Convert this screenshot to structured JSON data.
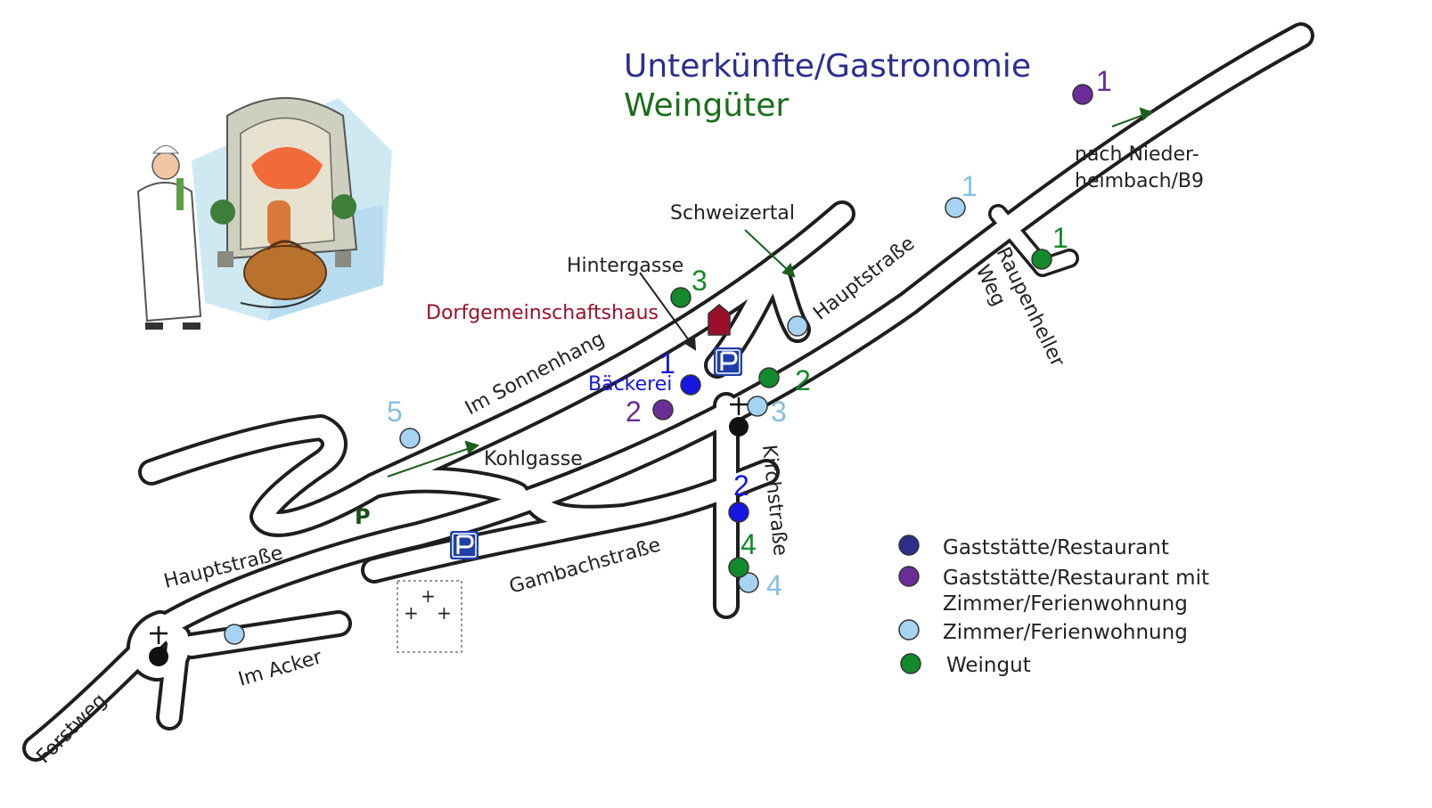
{
  "title": {
    "line1": "Unterkünfte/Gastronomie",
    "line2": "Weingüter"
  },
  "colors": {
    "restaurant": "#2a2f8a",
    "restaurant_rooms": "#6a2c96",
    "rooms": "#a7d3f2",
    "winery": "#138a2c",
    "bakery": "#1616e0",
    "community_house": "#9b0f2a",
    "road_outline": "#1e1e1e"
  },
  "streets": {
    "hauptstrasse_east": "Hauptstraße",
    "hauptstrasse_west": "Hauptstraße",
    "im_sonnenhang": "Im Sonnenhang",
    "kohlgasse": "Kohlgasse",
    "gambachstrasse": "Gambachstraße",
    "kirchstrasse": "Kirchstraße",
    "raupenheller_line1": "Raupenheller",
    "raupenheller_line2": "Weg",
    "im_acker": "Im Acker",
    "forstweg": "Forstweg",
    "schweizertal": "Schweizertal",
    "hintergasse": "Hintergasse",
    "nach_line1": "nach Nieder-",
    "nach_line2": "heimbach/B9"
  },
  "places": {
    "dorfgemeinschaftshaus": "Dorfgemeinschaftshaus",
    "baeckerei": "Bäckerei",
    "parking_letter": "P"
  },
  "labels": {
    "restaurant_rooms_1": "1",
    "restaurant_rooms_2": "2",
    "rooms_1": "1",
    "rooms_3": "3",
    "rooms_4": "4",
    "rooms_5": "5",
    "winery_1": "1",
    "winery_2": "2",
    "winery_3": "3",
    "winery_4": "4",
    "bakery_1": "1",
    "restaurant_2": "2"
  },
  "legend": [
    {
      "label": "Gaststätte/Restaurant",
      "icon": "circle-restaurant"
    },
    {
      "label": "Gaststätte/Restaurant mit",
      "label2": "Zimmer/Ferienwohnung",
      "icon": "circle-restaurant-rooms"
    },
    {
      "label": "Zimmer/Ferienwohnung",
      "icon": "circle-rooms"
    },
    {
      "label": "Weingut",
      "icon": "circle-winery"
    }
  ]
}
